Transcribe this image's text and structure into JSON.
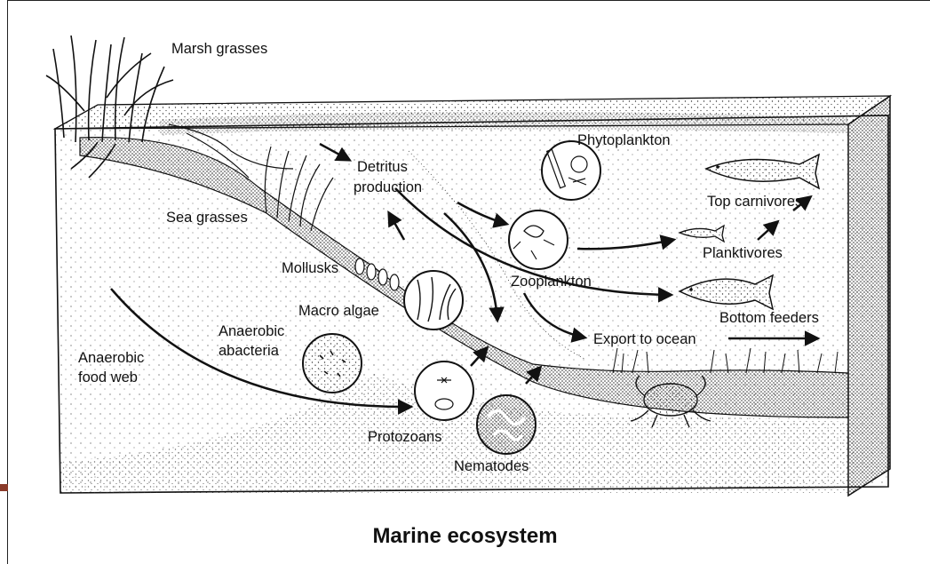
{
  "labels": {
    "marsh_grasses": "Marsh grasses",
    "detritus_1": "Detritus",
    "detritus_2": "production",
    "phytoplankton": "Phytoplankton",
    "sea_grasses": "Sea grasses",
    "top_carnivores": "Top carnivores",
    "planktivores": "Planktivores",
    "mollusks": "Mollusks",
    "zooplankton": "Zooplankton",
    "macro_algae": "Macro algae",
    "bottom_feeders": "Bottom feeders",
    "anaerobic_bacteria_1": "Anaerobic",
    "anaerobic_bacteria_2": "abacteria",
    "export_to_ocean": "Export to ocean",
    "anaerobic_food_web_1": "Anaerobic",
    "anaerobic_food_web_2": "food web",
    "protozoans": "Protozoans",
    "nematodes": "Nematodes"
  },
  "caption": "Marine ecosystem"
}
